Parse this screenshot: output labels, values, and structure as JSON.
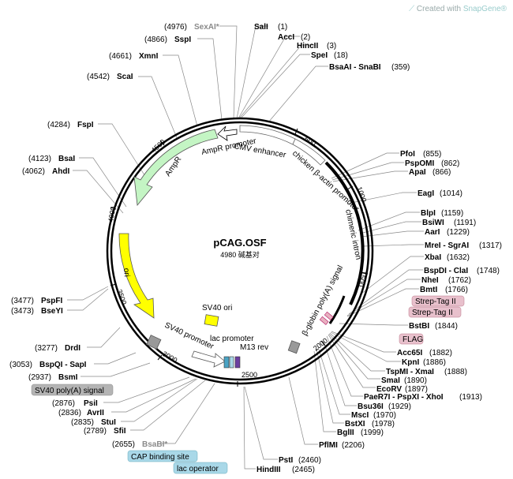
{
  "credit": {
    "prefix": "Created with ",
    "brand": "SnapGene®"
  },
  "plasmid": {
    "name": "pCAG.OSF",
    "length_label": "4980 碱基对",
    "length": 4980
  },
  "ticks": [
    {
      "pos": 500,
      "label": "500"
    },
    {
      "pos": 1000,
      "label": "1000"
    },
    {
      "pos": 1500,
      "label": "1500"
    },
    {
      "pos": 2000,
      "label": "2000"
    },
    {
      "pos": 2500,
      "label": "2500"
    },
    {
      "pos": 3000,
      "label": "3000"
    },
    {
      "pos": 3500,
      "label": "3500"
    },
    {
      "pos": 4000,
      "label": "4000"
    },
    {
      "pos": 4500,
      "label": "4500"
    }
  ],
  "features": [
    {
      "name": "AmpR promoter",
      "start": 4980,
      "end": 4875,
      "color": "#ffffff",
      "ring": "outer"
    },
    {
      "name": "CMV enhancer",
      "start": 4890,
      "end": 330,
      "color": "#ffffff",
      "ring": "outer"
    },
    {
      "name": "chicken β-actin promoter",
      "start": 330,
      "end": 610,
      "color": "#ffffff",
      "ring": "outer"
    },
    {
      "name": "chimeric intron",
      "start": 610,
      "end": 1625,
      "color": "#000000",
      "ring": "line"
    },
    {
      "name": "AmpR",
      "start": 4745,
      "end": 3885,
      "color": "#c4f5c4",
      "ring": "inner"
    },
    {
      "name": "ori",
      "start": 3725,
      "end": 3140,
      "color": "#ffff00",
      "ring": "inner"
    },
    {
      "name": "β-globin poly(A) signal",
      "start": 1650,
      "end": 2010,
      "color": "#000000",
      "ring": "line"
    },
    {
      "name": "SV40 promoter",
      "start": 2530,
      "end": 2920,
      "color": "#ffffff",
      "ring": "outer"
    }
  ],
  "feature_labels": {
    "amp_promoter": "AmpR promoter",
    "cmv": "CMV enhancer",
    "chicken": "chicken β-actin promoter",
    "intron": "chimeric intron",
    "ampr": "AmpR",
    "ori": "ori",
    "globin": "β-globin poly(A) signal",
    "sv40_promoter": "SV40 promoter",
    "sv40_ori": "SV40 ori",
    "lac_promoter": "lac promoter",
    "m13": "M13 rev"
  },
  "sites": [
    {
      "pos": "(4976)",
      "name": "SexAI*",
      "gray": true
    },
    {
      "pos": "(4866)",
      "name": "SspI"
    },
    {
      "pos": "(4661)",
      "name": "XmnI"
    },
    {
      "pos": "(4542)",
      "name": "ScaI"
    },
    {
      "pos": "(4284)",
      "name": "FspI"
    },
    {
      "pos": "(4123)",
      "name": "BsaI"
    },
    {
      "pos": "(4062)",
      "name": "AhdI"
    },
    {
      "pos": "(3477)",
      "name": "PspFI"
    },
    {
      "pos": "(3473)",
      "name": "BseYI"
    },
    {
      "pos": "(3277)",
      "name": "DrdI"
    },
    {
      "pos": "(3053)",
      "name": "BspQI - SapI"
    },
    {
      "pos": "(2937)",
      "name": "BsmI"
    },
    {
      "pos": "(2876)",
      "name": "PsiI"
    },
    {
      "pos": "(2836)",
      "name": "AvrII"
    },
    {
      "pos": "(2835)",
      "name": "StuI"
    },
    {
      "pos": "(2789)",
      "name": "SfiI"
    },
    {
      "pos": "(2655)",
      "name": "BsaBI*",
      "gray": true
    },
    {
      "pos": "(1)",
      "name": "SalI"
    },
    {
      "pos": "(2)",
      "name": "AccI"
    },
    {
      "pos": "(3)",
      "name": "HincII"
    },
    {
      "pos": "(18)",
      "name": "SpeI"
    },
    {
      "pos": "(359)",
      "name": "BsaAI - SnaBI"
    },
    {
      "pos": "(855)",
      "name": "PfoI"
    },
    {
      "pos": "(862)",
      "name": "PspOMI"
    },
    {
      "pos": "(866)",
      "name": "ApaI"
    },
    {
      "pos": "(1014)",
      "name": "EagI"
    },
    {
      "pos": "(1159)",
      "name": "BlpI"
    },
    {
      "pos": "(1191)",
      "name": "BsiWI"
    },
    {
      "pos": "(1229)",
      "name": "AarI"
    },
    {
      "pos": "(1317)",
      "name": "MreI - SgrAI"
    },
    {
      "pos": "(1632)",
      "name": "XbaI"
    },
    {
      "pos": "(1748)",
      "name": "BspDI - ClaI"
    },
    {
      "pos": "(1762)",
      "name": "NheI"
    },
    {
      "pos": "(1766)",
      "name": "BmtI"
    },
    {
      "pos": "(1844)",
      "name": "BstBI"
    },
    {
      "pos": "(1882)",
      "name": "Acc65I"
    },
    {
      "pos": "(1886)",
      "name": "KpnI"
    },
    {
      "pos": "(1888)",
      "name": "TspMI - XmaI"
    },
    {
      "pos": "(1890)",
      "name": "SmaI"
    },
    {
      "pos": "(1897)",
      "name": "EcoRV"
    },
    {
      "pos": "(1913)",
      "name": "PaeR7I - PspXI - XhoI"
    },
    {
      "pos": "(1929)",
      "name": "Bsu36I"
    },
    {
      "pos": "(1970)",
      "name": "MscI"
    },
    {
      "pos": "(1978)",
      "name": "BstXI"
    },
    {
      "pos": "(1999)",
      "name": "BglII"
    },
    {
      "pos": "(2206)",
      "name": "PflMI"
    },
    {
      "pos": "(2460)",
      "name": "PstI"
    },
    {
      "pos": "(2465)",
      "name": "HindIII"
    }
  ],
  "tags": [
    {
      "label": "Strep-Tag II",
      "color": "#e8c0cc"
    },
    {
      "label": "Strep-Tag II",
      "color": "#e8c0cc"
    },
    {
      "label": "FLAG",
      "color": "#e8c0cc"
    },
    {
      "label": "SV40 poly(A) signal",
      "color": "#b4b4b4"
    },
    {
      "label": "CAP binding site",
      "color": "#a9d8e8"
    },
    {
      "label": "lac operator",
      "color": "#a9d8e8"
    }
  ]
}
